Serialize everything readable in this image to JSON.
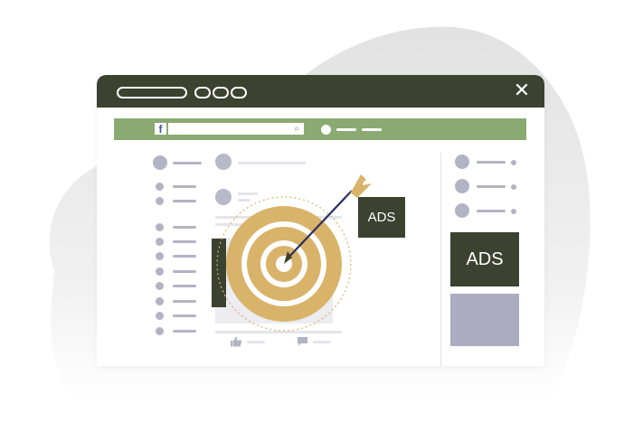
{
  "colors": {
    "titlebar": "#3b4230",
    "facebook_bar": "#8aaa72",
    "target_gold": "#d9b36a",
    "placeholder_grey": "#b3b3c4",
    "ad_panel_grey": "#ababc2",
    "arrow_shaft": "#2b2f5e"
  },
  "icons": {
    "close": "close-icon",
    "facebook": "facebook-logo-icon",
    "search": "search-icon",
    "target": "target-icon",
    "arrow": "arrow-icon",
    "like": "like-icon",
    "comment": "comment-icon"
  },
  "window": {
    "close_glyph": "✕"
  },
  "facebook_bar": {
    "logo_letter": "f",
    "search_glyph": "⌕"
  },
  "ads": {
    "small_label": "ADS",
    "large_label": "ADS"
  }
}
